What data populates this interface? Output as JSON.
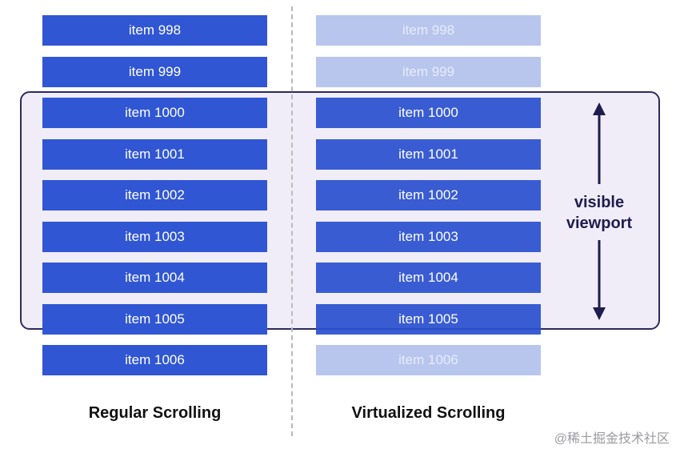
{
  "regular": {
    "caption": "Regular Scrolling",
    "items": [
      "item 998",
      "item 999",
      "item 1000",
      "item 1001",
      "item 1002",
      "item 1003",
      "item 1004",
      "item 1005",
      "item 1006"
    ]
  },
  "virtualized": {
    "caption": "Virtualized Scrolling",
    "items": [
      "item 998",
      "item 999",
      "item 1000",
      "item 1001",
      "item 1002",
      "item 1003",
      "item 1004",
      "item 1005",
      "item 1006"
    ]
  },
  "viewport": {
    "label_line1": "visible",
    "label_line2": "viewport"
  },
  "watermark": "@稀土掘金技术社区",
  "colors": {
    "item": "#3056d3",
    "item_faded": "#b8c6ee",
    "viewport_border": "#2c2a5e"
  }
}
